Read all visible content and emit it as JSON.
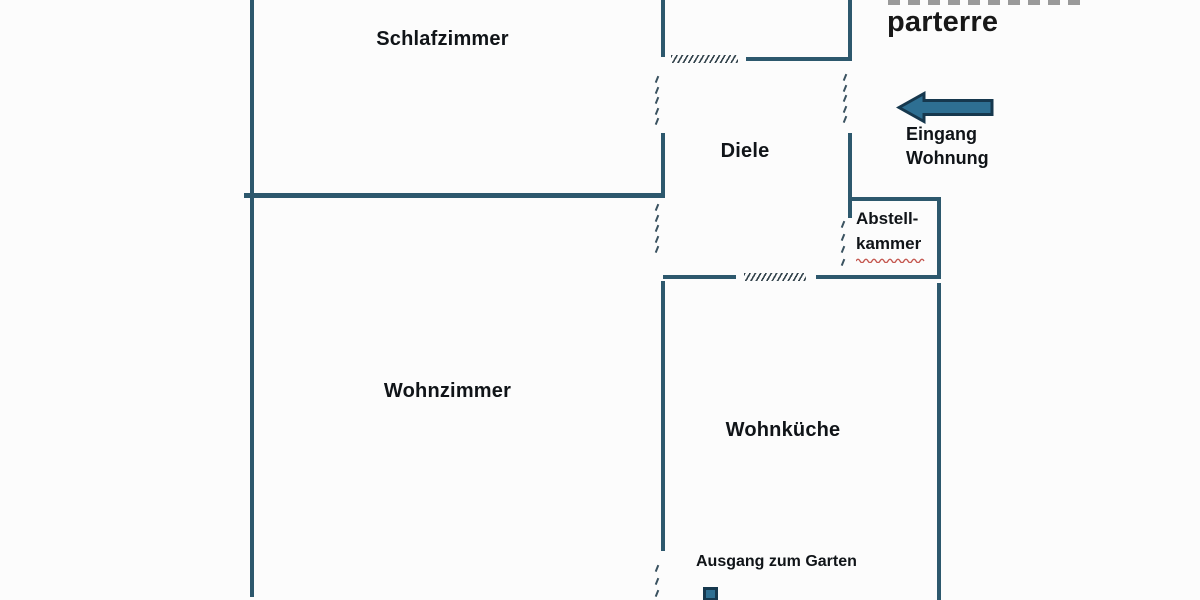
{
  "floor": {
    "label": "parterre"
  },
  "rooms": [
    {
      "id": "schlafzimmer",
      "name": "Schlafzimmer"
    },
    {
      "id": "diele",
      "name": "Diele"
    },
    {
      "id": "wohnzimmer",
      "name": "Wohnzimmer"
    },
    {
      "id": "wohnkueche",
      "name": "Wohnküche"
    },
    {
      "id": "abstellkammer",
      "name_line1": "Abstell-",
      "name_line2": "kammer"
    }
  ],
  "entrance": {
    "line1": "Eingang",
    "line2": "Wohnung",
    "arrow_direction": "left"
  },
  "garden_exit": {
    "label": "Ausgang zum Garten"
  },
  "colors": {
    "wall": "#2d586d",
    "arrow_fill": "#2e6f92",
    "arrow_stroke": "#16384e",
    "text": "#101418",
    "spellcheck_squiggle": "#c4574f",
    "background": "#fcfcfc"
  }
}
